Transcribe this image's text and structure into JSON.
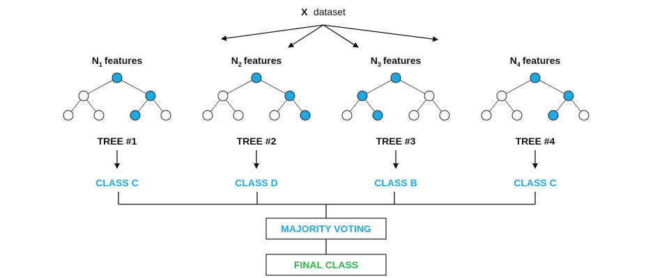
{
  "dataset": {
    "bold": "X",
    "label": "dataset"
  },
  "colors": {
    "node_filled": "#1ea7e1",
    "node_empty": "#ffffff",
    "class_text": "#1ea7e1",
    "final_text": "#2db54a"
  },
  "trees": [
    {
      "features_prefix": "N",
      "features_sub": "1",
      "features_label": "features",
      "tree_label": "TREE #1",
      "class_label": "CLASS C",
      "filled_nodes": [
        "root",
        "R",
        "RL"
      ]
    },
    {
      "features_prefix": "N",
      "features_sub": "2",
      "features_label": "features",
      "tree_label": "TREE #2",
      "class_label": "CLASS D",
      "filled_nodes": [
        "root",
        "R",
        "RR"
      ]
    },
    {
      "features_prefix": "N",
      "features_sub": "3",
      "features_label": "features",
      "tree_label": "TREE #3",
      "class_label": "CLASS B",
      "filled_nodes": [
        "root",
        "L",
        "LR"
      ]
    },
    {
      "features_prefix": "N",
      "features_sub": "4",
      "features_label": "features",
      "tree_label": "TREE #4",
      "class_label": "CLASS C",
      "filled_nodes": [
        "root",
        "R",
        "RL"
      ]
    }
  ],
  "majority_voting": "MAJORITY VOTING",
  "final_class": "FINAL CLASS"
}
